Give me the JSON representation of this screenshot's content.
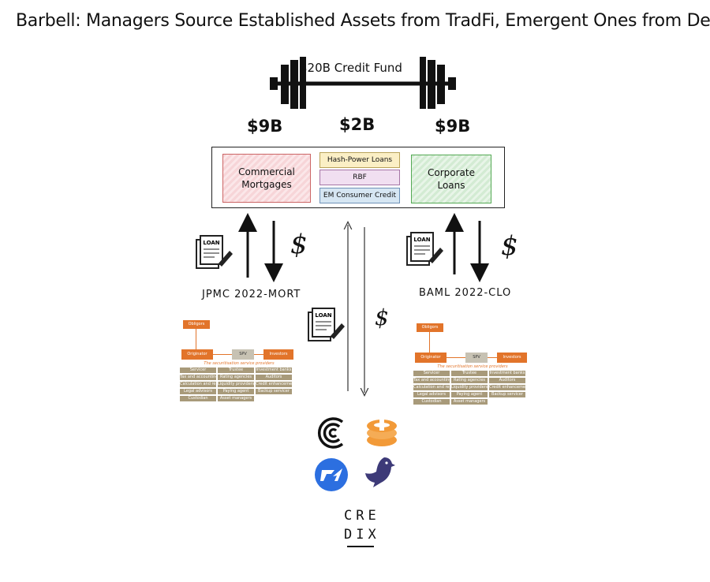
{
  "title": "Barbell: Managers Source Established Assets from TradFi, Emergent Ones from DeFi",
  "fund": {
    "label": "$20B Credit Fund"
  },
  "amounts": {
    "left": "$9B",
    "middle": "$2B",
    "right": "$9B"
  },
  "boxes": {
    "left": {
      "line1": "Commercial",
      "line2": "Mortgages"
    },
    "right": {
      "line1": "Corporate",
      "line2": "Loans"
    },
    "middle": [
      "Hash-Power Loans",
      "RBF",
      "EM Consumer Credit"
    ]
  },
  "deals": {
    "left": "JPMC 2022-MORT",
    "right": "BAML 2022-CLO"
  },
  "flow": {
    "dollar": "$",
    "loan_doc": "LOAN"
  },
  "securitization": {
    "obligors": "Obligors",
    "originator": "Originator",
    "spv": "SPV",
    "investors": "Investors",
    "caption": "The securitisation service providers",
    "providers": [
      "Servicer",
      "Trustee",
      "Investment banks",
      "Tax and accounting advisors",
      "Rating agencies",
      "Auditors",
      "Calculation and reporting agent",
      "Liquidity providers",
      "Credit enhancement providers",
      "Legal advisors",
      "Paying agent",
      "Backup servicer",
      "Custodian",
      "Asset managers"
    ]
  },
  "credix": {
    "line1": "CRE",
    "line2": "DIX"
  },
  "colors": {
    "pink": "#f7d5d8",
    "green": "#d3ebd3",
    "yellow": "#fbefc5",
    "lavender": "#f1dff1",
    "blue": "#d6e6f3",
    "orange": "#e2742a",
    "tan": "#a89a7a",
    "spv": "#c7c2b3",
    "defi_orange": "#f29a38",
    "defi_blue": "#2c6fe0",
    "defi_purple": "#3d3a78"
  },
  "icons": [
    "barbell-icon",
    "loan-document-icon",
    "defi-protocol-c-icon",
    "defi-protocol-stack-icon",
    "defi-protocol-blue-icon",
    "defi-protocol-bird-icon"
  ]
}
